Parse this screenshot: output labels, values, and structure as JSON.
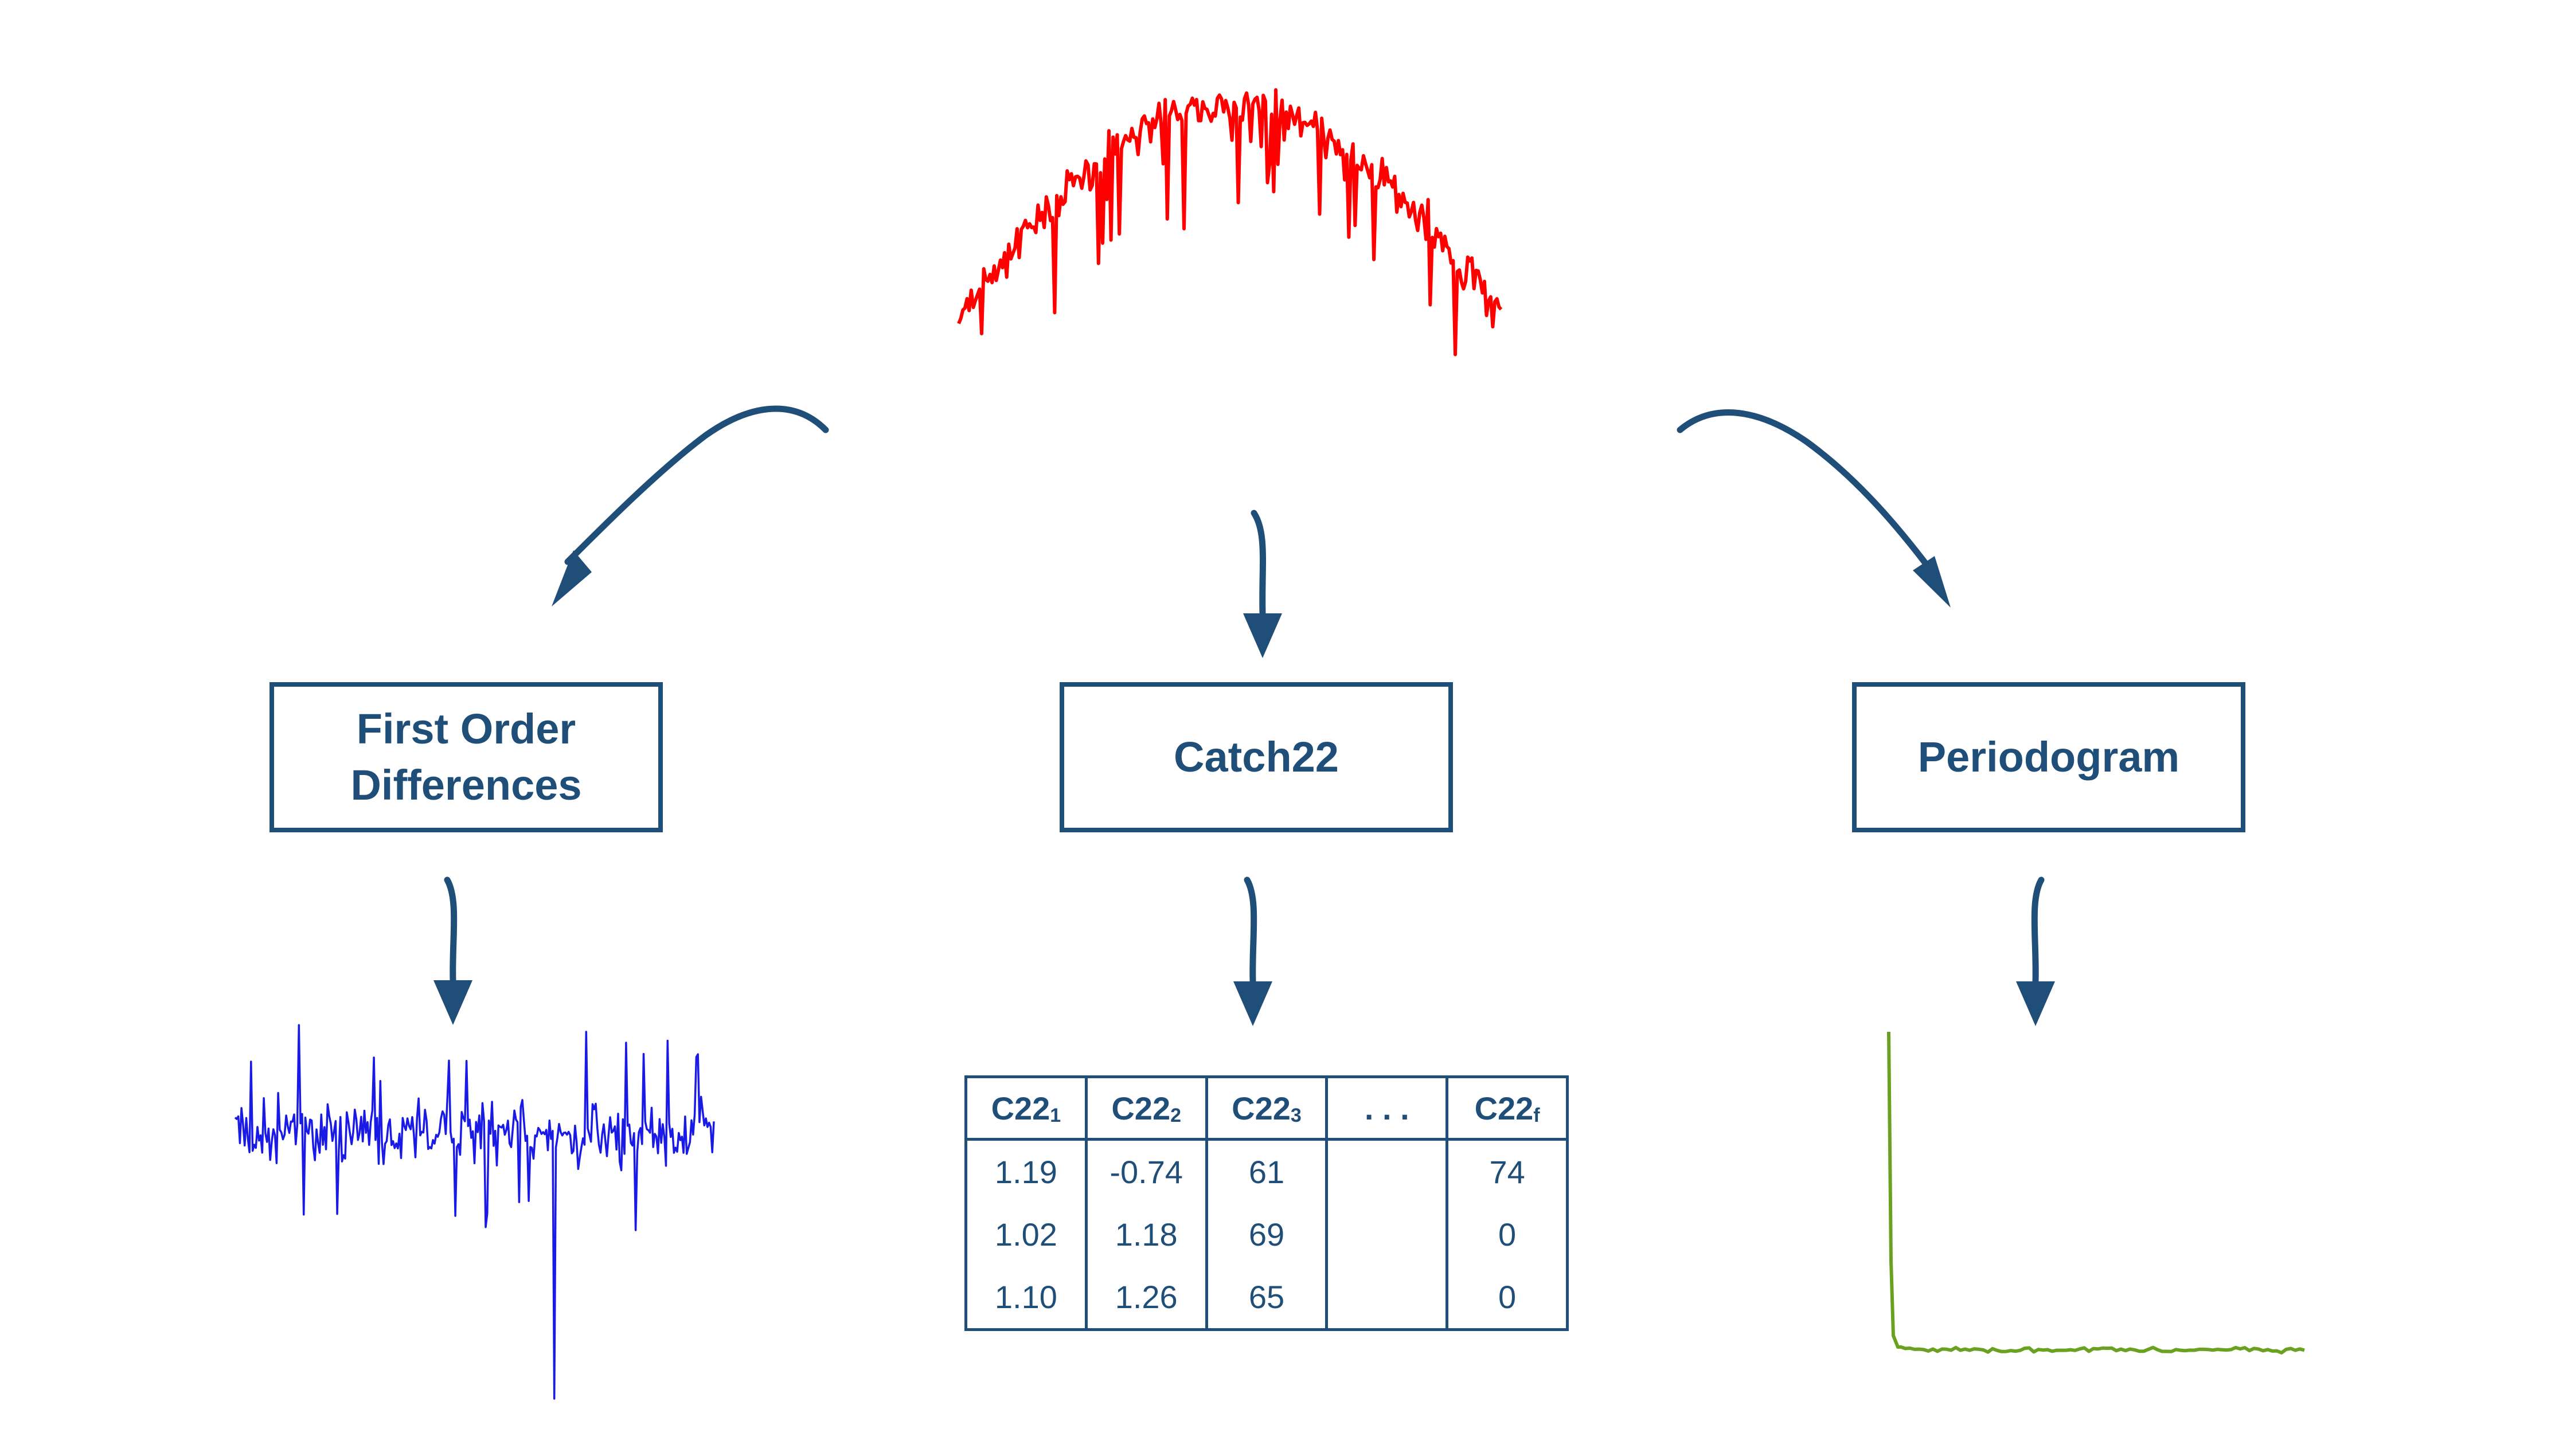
{
  "boxes": {
    "first_order": [
      "First Order",
      "Differences"
    ],
    "catch22": "Catch22",
    "periodogram": "Periodogram"
  },
  "table": {
    "headers": [
      {
        "base": "C22",
        "sub": "1"
      },
      {
        "base": "C22",
        "sub": "2"
      },
      {
        "base": "C22",
        "sub": "3"
      },
      {
        "base": ". . .",
        "sub": ""
      },
      {
        "base": "C22",
        "sub": "f"
      }
    ],
    "rows": [
      [
        "1.19",
        "-0.74",
        "61",
        "",
        "74"
      ],
      [
        "1.02",
        "1.18",
        "69",
        "",
        "0"
      ],
      [
        "1.10",
        "1.26",
        "65",
        "",
        "0"
      ]
    ]
  },
  "colors": {
    "accent": "#1F4E79",
    "original_series": "#FF0000",
    "differences_series": "#1A1AE6",
    "periodogram_series": "#6AA121"
  }
}
